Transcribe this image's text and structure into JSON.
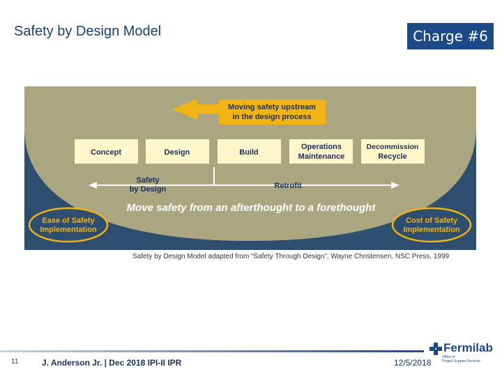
{
  "slide": {
    "title": "Safety by Design Model",
    "charge_label": "Charge #6"
  },
  "diagram": {
    "upstream_note": [
      "Moving safety upstream",
      "in the design process"
    ],
    "stages": [
      {
        "lines": [
          "Concept"
        ]
      },
      {
        "lines": [
          "Design"
        ]
      },
      {
        "lines": [
          "Build"
        ]
      },
      {
        "lines": [
          "Operations",
          "Maintenance"
        ]
      },
      {
        "lines": [
          "Decommission",
          "Recycle"
        ]
      }
    ],
    "safety_by_design": [
      "Safety",
      "by Design"
    ],
    "retrofit": "Retrofit",
    "tagline": "Move safety from an afterthought to a forethought",
    "ease_label": [
      "Ease of Safety",
      "Implementation"
    ],
    "cost_label": [
      "Cost of Safety",
      "Implementation"
    ],
    "colors": {
      "background": "#2d4e6e",
      "bowl": "#a9a680",
      "stage_box": "#fff6cc",
      "arrow": "#f2b315",
      "label_text": "#1a2f5a"
    }
  },
  "caption": "Safety by Design Model adapted from “Safety Through Design”, Wayne Christensen, NSC Press, 1999",
  "footer": {
    "page_number": "11",
    "author_line": "J. Anderson Jr. | Dec 2018 IPI-II IPR",
    "date": "12/5/2018",
    "logo_name": "Fermilab",
    "logo_subtext": [
      "Office of",
      "Project Support Services"
    ]
  }
}
